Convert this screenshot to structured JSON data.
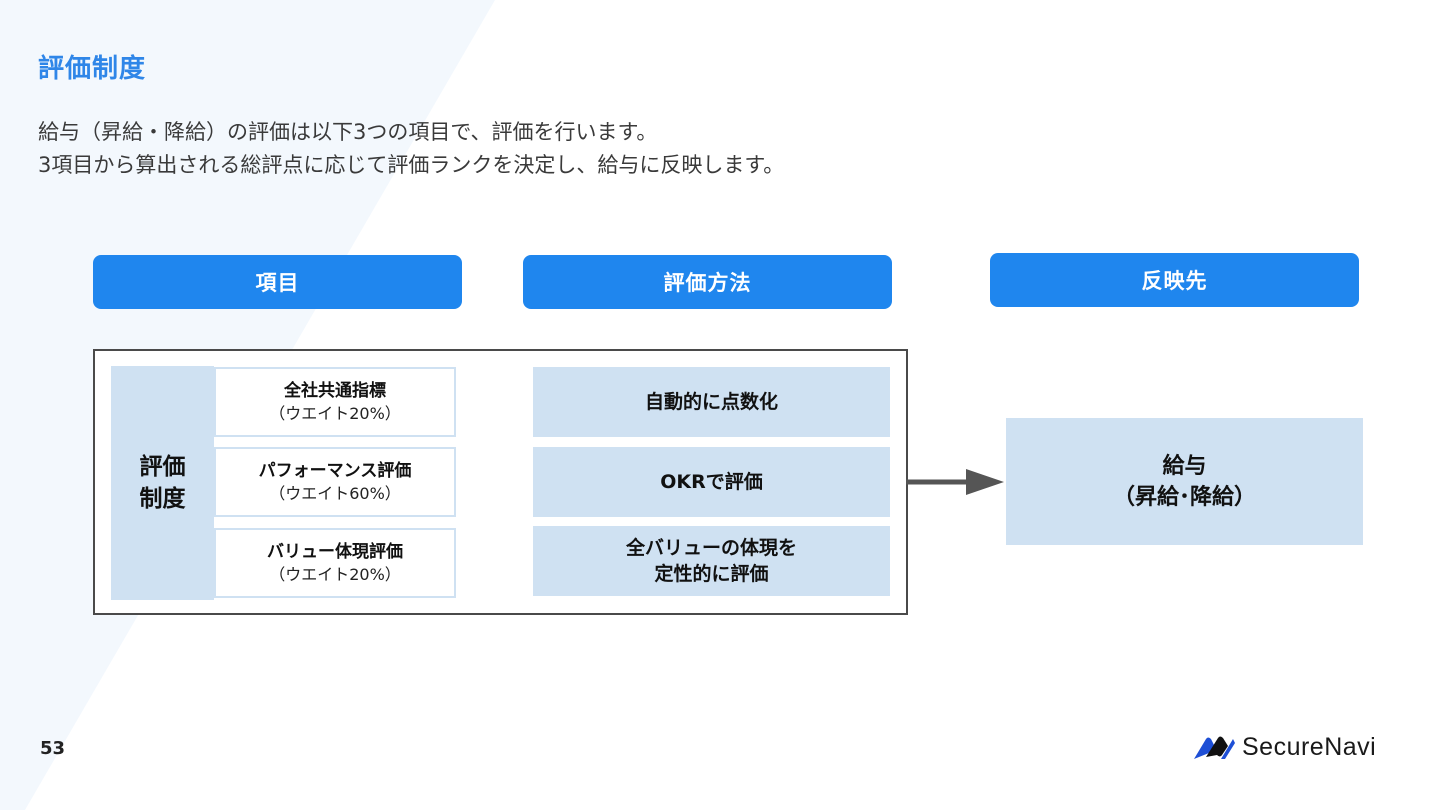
{
  "page": {
    "title": "評価制度",
    "description_lines": [
      "給与（昇給・降給）の評価は以下3つの項目で、評価を行います。",
      "3項目から算出される総評点に応じて評価ランクを決定し、給与に反映します。"
    ],
    "page_number": "53"
  },
  "headers": {
    "items": "項目",
    "method": "評価方法",
    "target": "反映先"
  },
  "system": {
    "label_line1": "評価",
    "label_line2": "制度"
  },
  "items": [
    {
      "name": "全社共通指標",
      "weight": "（ウエイト20%）"
    },
    {
      "name": "パフォーマンス評価",
      "weight": "（ウエイト60%）"
    },
    {
      "name": "バリュー体現評価",
      "weight": "（ウエイト20%）"
    }
  ],
  "methods": [
    "自動的に点数化",
    "OKRで評価",
    "全バリューの体現を\n定性的に評価"
  ],
  "result": {
    "line1": "給与",
    "line2": "（昇給･降給）"
  },
  "brand": {
    "name": "SecureNavi",
    "icon": "securenavi-logo-icon"
  },
  "colors": {
    "title": "#2f86e8",
    "header_bg": "#1f86ee",
    "cell_bg": "#cfe1f2",
    "background_accent": "#f3f8fd",
    "arrow": "#555555"
  }
}
